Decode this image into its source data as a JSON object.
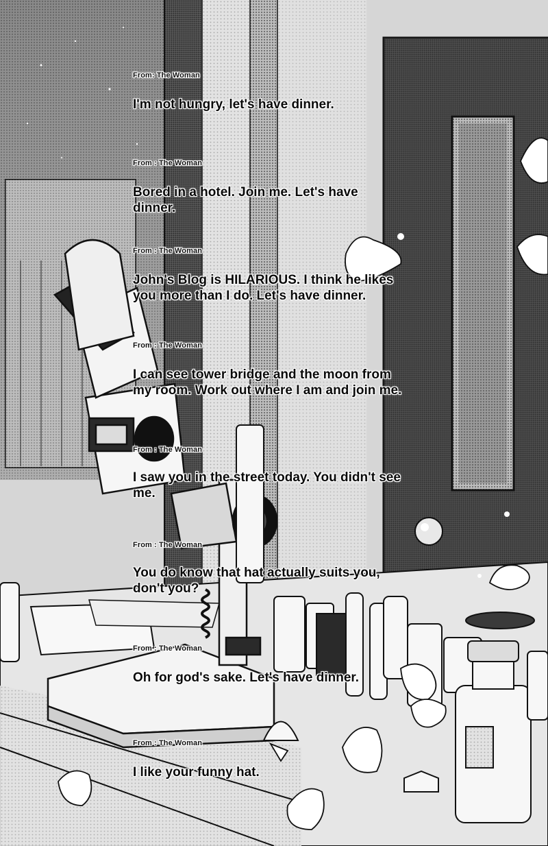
{
  "messages": [
    {
      "from": "From: The Woman",
      "body": "I'm not hungry, let's have dinner."
    },
    {
      "from": "From : The Woman",
      "body": "Bored in a hotel. Join me. Let's have dinner."
    },
    {
      "from": "From : The Woman",
      "body": "John's Blog is HILARIOUS. I think he likes you more than I do. Let's have dinner."
    },
    {
      "from": "From : The Woman",
      "body": "I can see tower bridge and the moon from my room. Work out where I am and join me."
    },
    {
      "from": "From : The Woman",
      "body": "I saw you in the street today. You didn't see me."
    },
    {
      "from": "From : The Woman",
      "body": "You do know that hat actually suits you, don't you?"
    },
    {
      "from": "From : The Woman",
      "body": "Oh for god's sake. Let's have dinner."
    },
    {
      "from": "From : The Woman",
      "body": "I like your funny hat."
    }
  ],
  "illustration": {
    "subject": "manga-style laboratory room with stereo microscope, glass bottles and beakers, door and falling petals",
    "palette": {
      "paper": "#f2f2f2",
      "ink": "#111111",
      "tone_dark": "#3a3a3a",
      "tone_mid": "#7a7a7a",
      "tone_light": "#c8c8c8"
    }
  }
}
